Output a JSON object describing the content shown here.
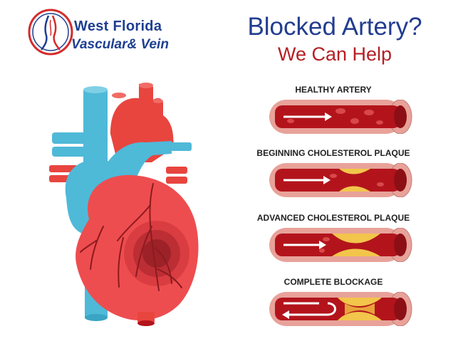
{
  "logo": {
    "line1": "West Florida",
    "line2": "Vascular& Vein"
  },
  "headline": {
    "title": "Blocked Artery?",
    "subtitle": "We Can Help"
  },
  "arteries": [
    {
      "label": "HEALTHY ARTERY"
    },
    {
      "label": "BEGINNING CHOLESTEROL PLAQUE"
    },
    {
      "label": "ADVANCED CHOLESTEROL PLAQUE"
    },
    {
      "label": "COMPLETE BLOCKAGE"
    }
  ],
  "colors": {
    "brand_blue": "#1e3f91",
    "accent_red": "#b41f24",
    "vessel_outer": "#e8a29a",
    "vessel_inner": "#b3141c",
    "plaque": "#f2c54b",
    "heart_red": "#ee4d4f",
    "vein_blue": "#4fb9d8"
  }
}
